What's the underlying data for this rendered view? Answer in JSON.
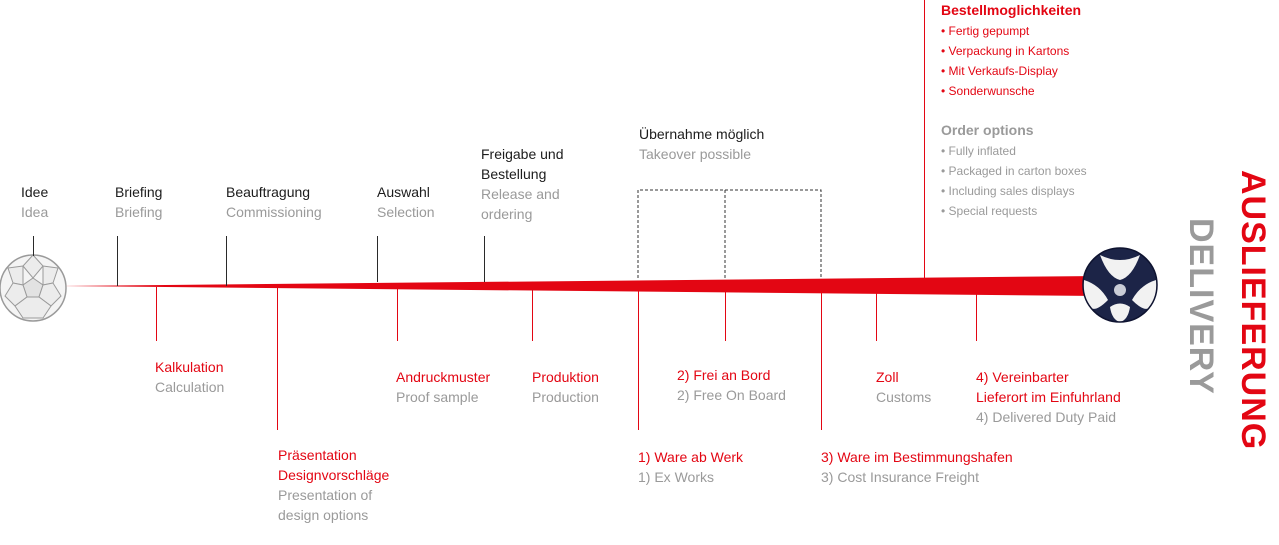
{
  "top_steps": [
    {
      "de": "Idee",
      "en": "Idea"
    },
    {
      "de": "Briefing",
      "en": "Briefing"
    },
    {
      "de": "Beauftragung",
      "en": "Commissioning"
    },
    {
      "de": "Auswahl",
      "en": "Selection"
    },
    {
      "de": "Freigabe und Bestellung",
      "de1": "Freigabe und",
      "de2": "Bestellung",
      "en1": "Release and",
      "en2": "ordering"
    }
  ],
  "takeover": {
    "de": "Übernahme möglich",
    "en": "Takeover possible"
  },
  "bottom_steps": [
    {
      "de": "Kalkulation",
      "en": "Calculation"
    },
    {
      "de1": "Präsentation",
      "de2": "Designvorschläge",
      "en1": "Presentation of",
      "en2": "design options"
    },
    {
      "de": "Andruckmuster",
      "en": "Proof sample"
    },
    {
      "de": "Produktion",
      "en": "Production"
    },
    {
      "de": "1) Ware ab Werk",
      "en": "1) Ex Works"
    },
    {
      "de": "2) Frei an Bord",
      "en": "2) Free On Board"
    },
    {
      "de": "3) Ware im Bestimmungshafen",
      "en": "3) Cost Insurance Freight"
    },
    {
      "de": "Zoll",
      "en": "Customs"
    },
    {
      "de1": "4) Vereinbarter",
      "de2": "Lieferort im Einfuhrland",
      "en": "4) Delivered Duty Paid"
    }
  ],
  "order": {
    "de_title": "Bestellmoglichkeiten",
    "de_items": [
      "• Fertig gepumpt",
      "• Verpackung in Kartons",
      "• Mit Verkaufs-Display",
      "• Sonderwunsche"
    ],
    "en_title": "Order options",
    "en_items": [
      "• Fully inflated",
      "• Packaged in carton boxes",
      "• Including sales displays",
      "• Special requests"
    ]
  },
  "delivery": {
    "de": "AUSLIEFERUNG",
    "en": "DELIVERY"
  },
  "colors": {
    "accent": "#e30613",
    "grey": "#9a9a9a",
    "text": "#1c1c1c"
  }
}
